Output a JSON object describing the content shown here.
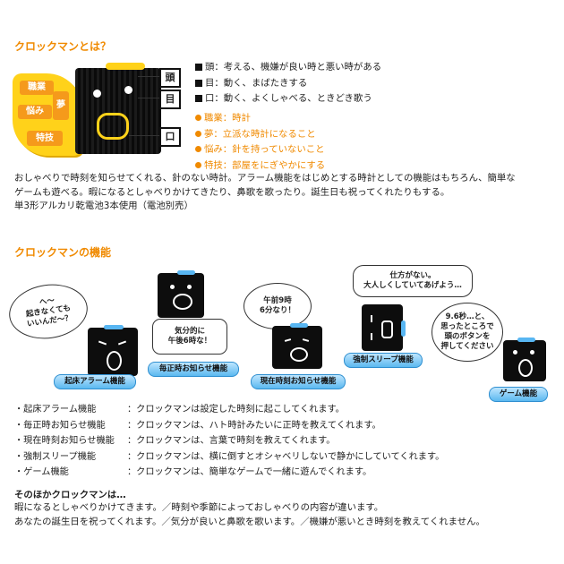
{
  "section1": {
    "title": "クロックマンとは？",
    "callouts": {
      "head": "頭",
      "eye": "目",
      "mouth": "口"
    },
    "tags": {
      "job": "職業",
      "dream": "夢",
      "worry": "悩み",
      "skill": "特技"
    },
    "parts": [
      {
        "label": "頭：考える、機嫌が良い時と悪い時がある"
      },
      {
        "label": "目：動く、まばたきする"
      },
      {
        "label": "口：動く、よくしゃべる、ときどき歌う"
      }
    ],
    "profile": [
      {
        "key": "職業",
        "value": "時計"
      },
      {
        "key": "夢",
        "value": "立派な時計になること"
      },
      {
        "key": "悩み",
        "value": "針を持っていないこと"
      },
      {
        "key": "特技",
        "value": "部屋をにぎやかにする"
      }
    ],
    "description": [
      "おしゃべりで時刻を知らせてくれる、針のない時計。アラーム機能をはじめとする時計としての機能はもちろん、簡単な",
      "ゲームも遊べる。暇になるとしゃべりかけてきたり、鼻歌を歌ったり。誕生日も祝ってくれたりもする。",
      "単3形アルカリ乾電池3本使用（電池別売）"
    ]
  },
  "section2": {
    "title": "クロックマンの機能",
    "bubbles": {
      "wake": "へ～\n起きなくても\nいいんだ～？",
      "hourly": "気分的に\n午後6時な！",
      "current": "午前9時\n6分なり！",
      "sleep": "仕方がない。\n大人しくしていてあげよう…",
      "game": "9.6秒…と、\n思ったところで\n頭のボタンを\n押してください"
    },
    "badges": [
      "起床アラーム機能",
      "毎正時お知らせ機能",
      "現在時刻お知らせ機能",
      "強制スリープ機能",
      "ゲーム機能"
    ],
    "functions": [
      {
        "name": "・起床アラーム機能",
        "text": "：クロックマンは設定した時刻に起こしてくれます。"
      },
      {
        "name": "・毎正時お知らせ機能",
        "text": "：クロックマンは、ハト時計みたいに正時を教えてくれます。"
      },
      {
        "name": "・現在時刻お知らせ機能",
        "text": "：クロックマンは、言葉で時刻を教えてくれます。"
      },
      {
        "name": "・強制スリープ機能",
        "text": "：クロックマンは、横に倒すとオシャベリしないで静かにしていてくれます。"
      },
      {
        "name": "・ゲーム機能",
        "text": "：クロックマンは、簡単なゲームで一緒に遊んでくれます。"
      }
    ],
    "other_title": "そのほかクロックマンは…",
    "other": [
      "暇になるとしゃべりかけてきます。／時刻や季節によっておしゃべりの内容が違います。",
      "あなたの誕生日を祝ってくれます。／気分が良いと鼻歌を歌います。／機嫌が悪いとき時刻を教えてくれません。"
    ]
  },
  "colors": {
    "accent": "#f08a00",
    "badge": "#5bb8f0",
    "clock_body": "#0d0d0d",
    "tag_yellow": "#ffd21a"
  }
}
